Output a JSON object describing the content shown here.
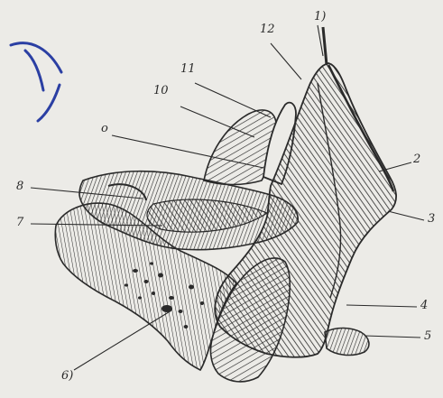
{
  "figure": {
    "labels": {
      "l1": "1)",
      "l2": "2",
      "l3": "3",
      "l4": "4",
      "l5": "5",
      "l6": "6)",
      "l7": "7",
      "l8": "8",
      "l9": "o",
      "l10": "10",
      "l11": "11",
      "l12": "12"
    },
    "colors": {
      "paper": "#ecebe7",
      "ink": "#2a2a2a",
      "pen_mark": "#2b3fa3"
    },
    "annotation_icon": "handwritten-pen-mark-icon"
  }
}
